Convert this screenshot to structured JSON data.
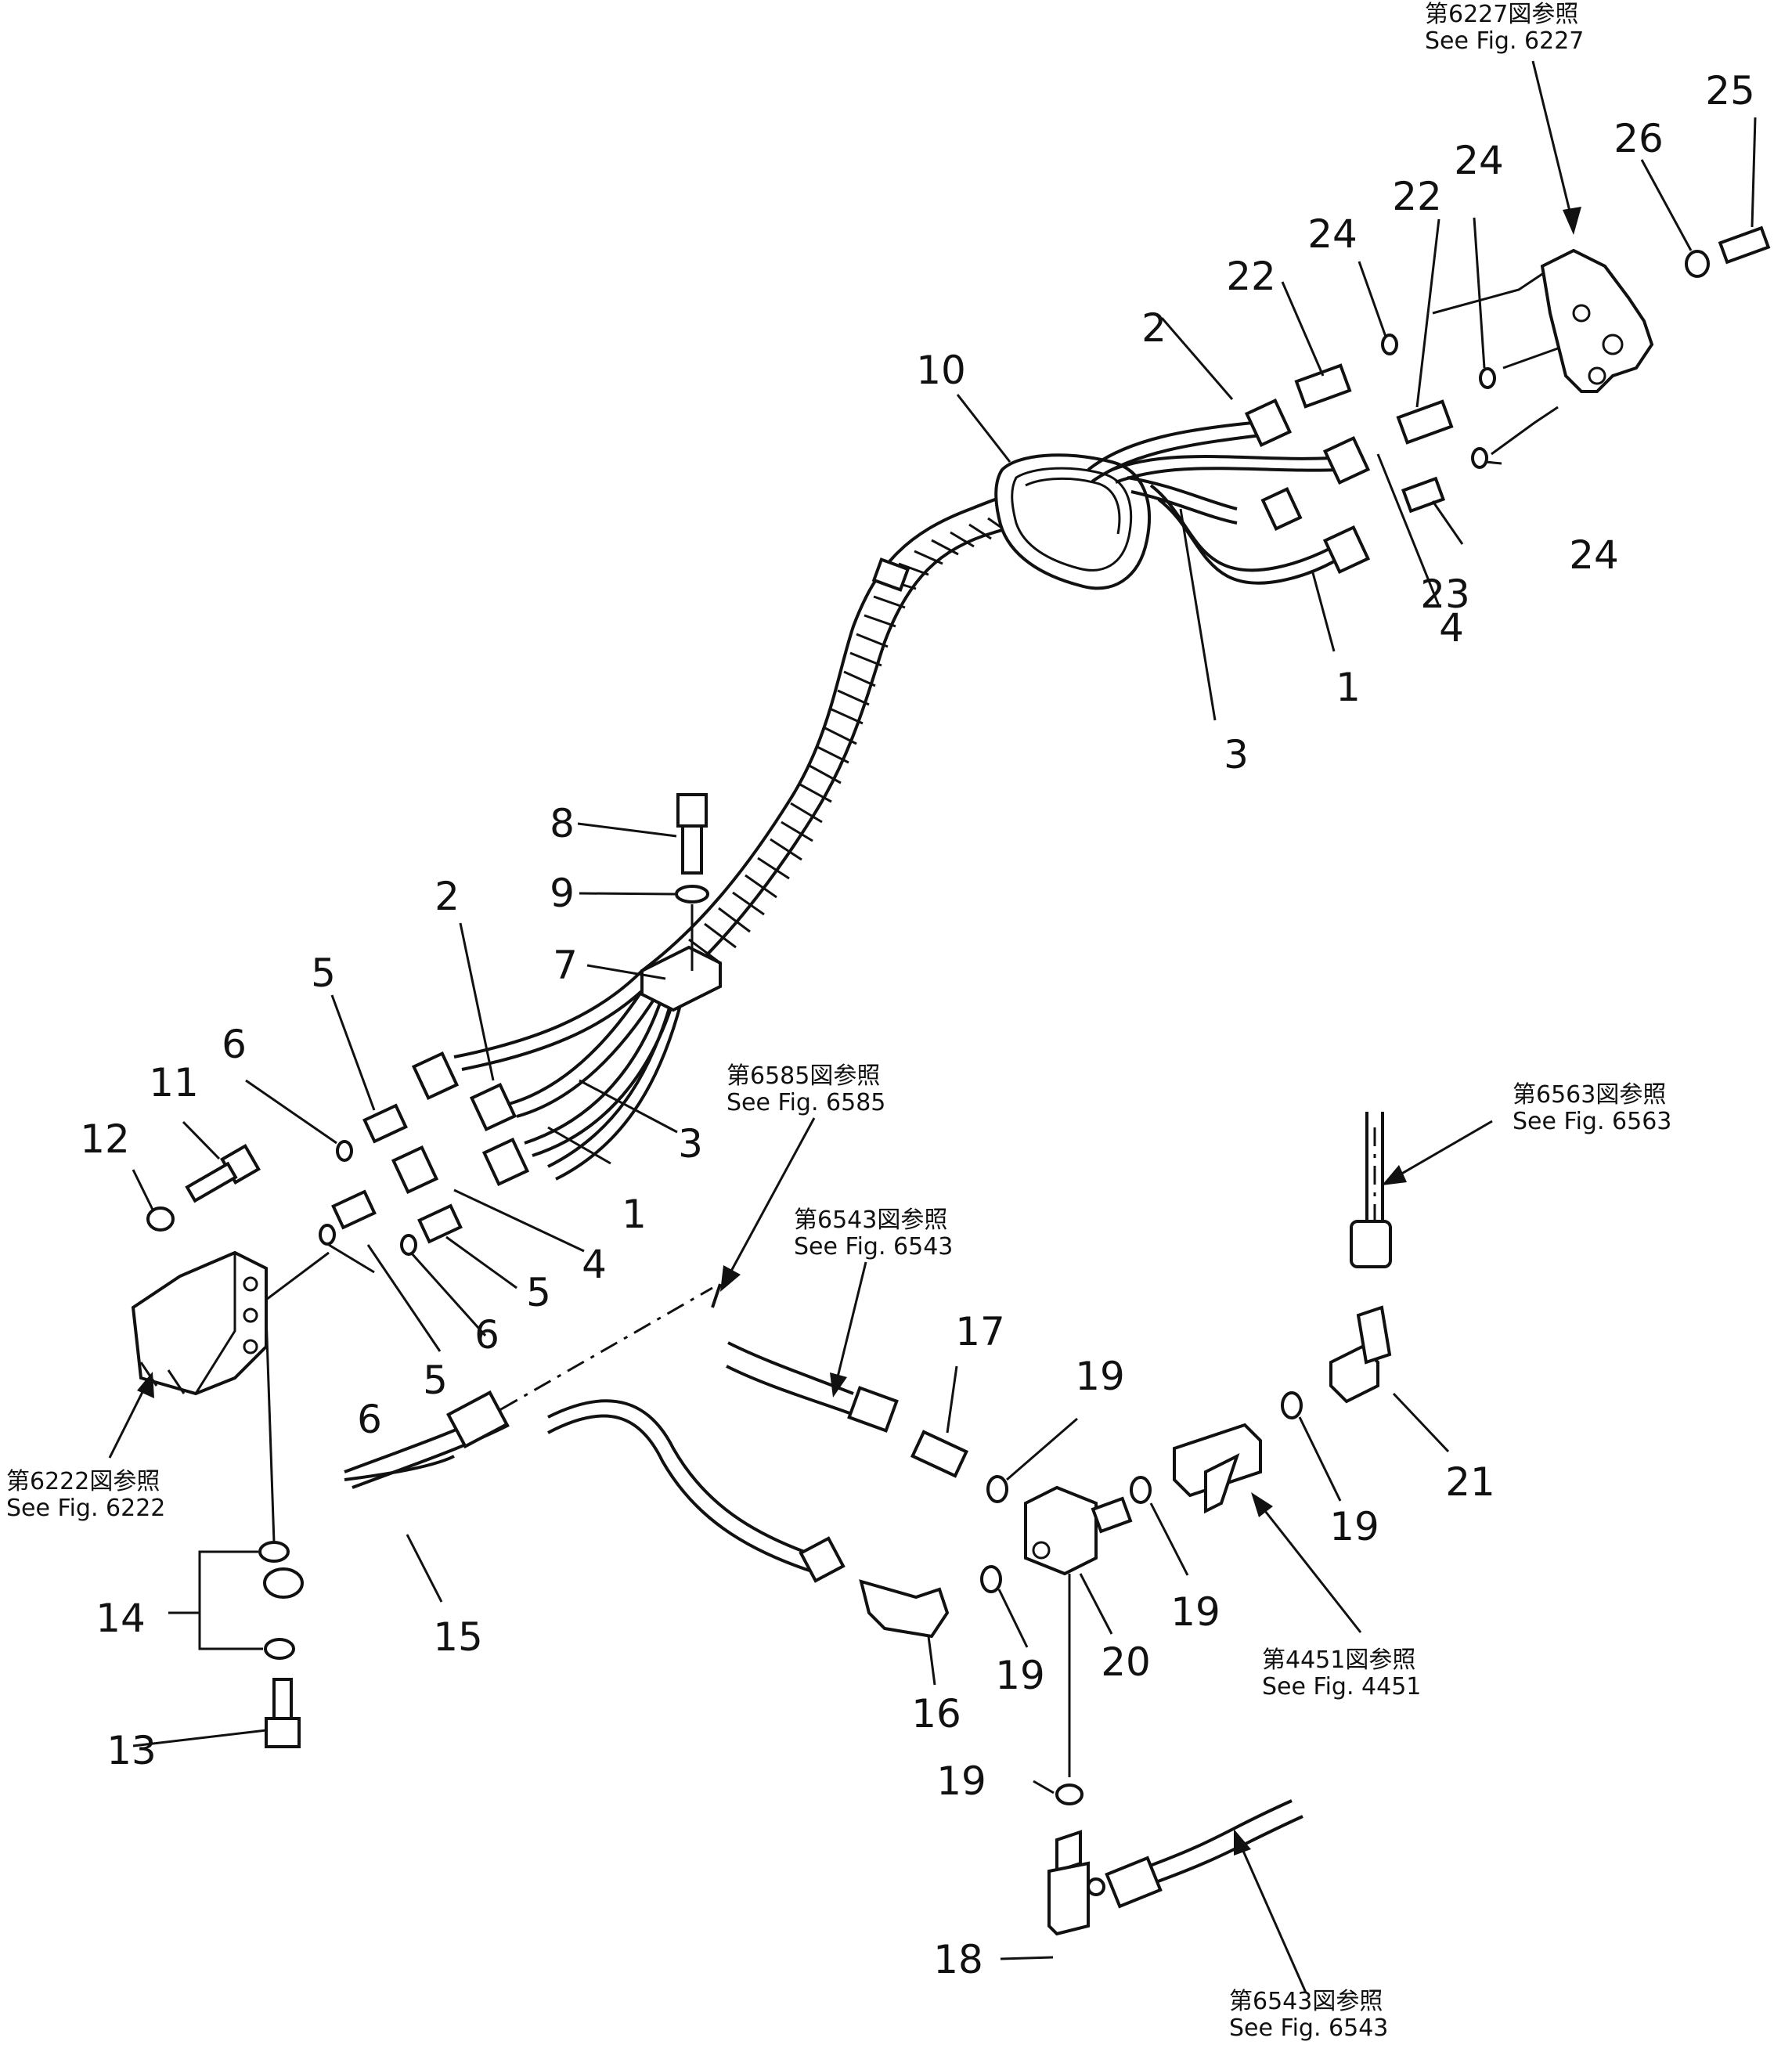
{
  "callouts": [
    {
      "id": "c1",
      "num": "1"
    },
    {
      "id": "c2",
      "num": "1"
    },
    {
      "id": "c3",
      "num": "2"
    },
    {
      "id": "c4",
      "num": "2"
    },
    {
      "id": "c5",
      "num": "3"
    },
    {
      "id": "c6",
      "num": "3"
    },
    {
      "id": "c7",
      "num": "4"
    },
    {
      "id": "c8",
      "num": "4"
    },
    {
      "id": "c9",
      "num": "5"
    },
    {
      "id": "c10",
      "num": "5"
    },
    {
      "id": "c11",
      "num": "5"
    },
    {
      "id": "c12",
      "num": "6"
    },
    {
      "id": "c13",
      "num": "6"
    },
    {
      "id": "c14",
      "num": "6"
    },
    {
      "id": "c15",
      "num": "7"
    },
    {
      "id": "c16",
      "num": "8"
    },
    {
      "id": "c17",
      "num": "9"
    },
    {
      "id": "c18",
      "num": "10"
    },
    {
      "id": "c19",
      "num": "11"
    },
    {
      "id": "c20",
      "num": "12"
    },
    {
      "id": "c21",
      "num": "13"
    },
    {
      "id": "c22",
      "num": "14"
    },
    {
      "id": "c23",
      "num": "15"
    },
    {
      "id": "c24",
      "num": "16"
    },
    {
      "id": "c25",
      "num": "17"
    },
    {
      "id": "c26",
      "num": "18"
    },
    {
      "id": "c27",
      "num": "19"
    },
    {
      "id": "c28",
      "num": "19"
    },
    {
      "id": "c29",
      "num": "19"
    },
    {
      "id": "c30",
      "num": "19"
    },
    {
      "id": "c31",
      "num": "19"
    },
    {
      "id": "c32",
      "num": "20"
    },
    {
      "id": "c33",
      "num": "21"
    },
    {
      "id": "c34",
      "num": "22"
    },
    {
      "id": "c35",
      "num": "22"
    },
    {
      "id": "c36",
      "num": "23"
    },
    {
      "id": "c37",
      "num": "24"
    },
    {
      "id": "c38",
      "num": "24"
    },
    {
      "id": "c39",
      "num": "24"
    },
    {
      "id": "c40",
      "num": "25"
    },
    {
      "id": "c41",
      "num": "26"
    }
  ],
  "references": [
    {
      "jp": "第6227図参照",
      "en": "See  Fig.  6227"
    },
    {
      "jp": "第6585図参照",
      "en": "See  Fig.  6585"
    },
    {
      "jp": "第6563図参照",
      "en": "See  Fig.  6563"
    },
    {
      "jp": "第6543図参照",
      "en": "See  Fig.  6543"
    },
    {
      "jp": "第6222図参照",
      "en": "See  Fig.  6222"
    },
    {
      "jp": "第4451図参照",
      "en": "See  Fig.  4451"
    },
    {
      "jp": "第6543図参照",
      "en": "See  Fig.  6543"
    }
  ]
}
